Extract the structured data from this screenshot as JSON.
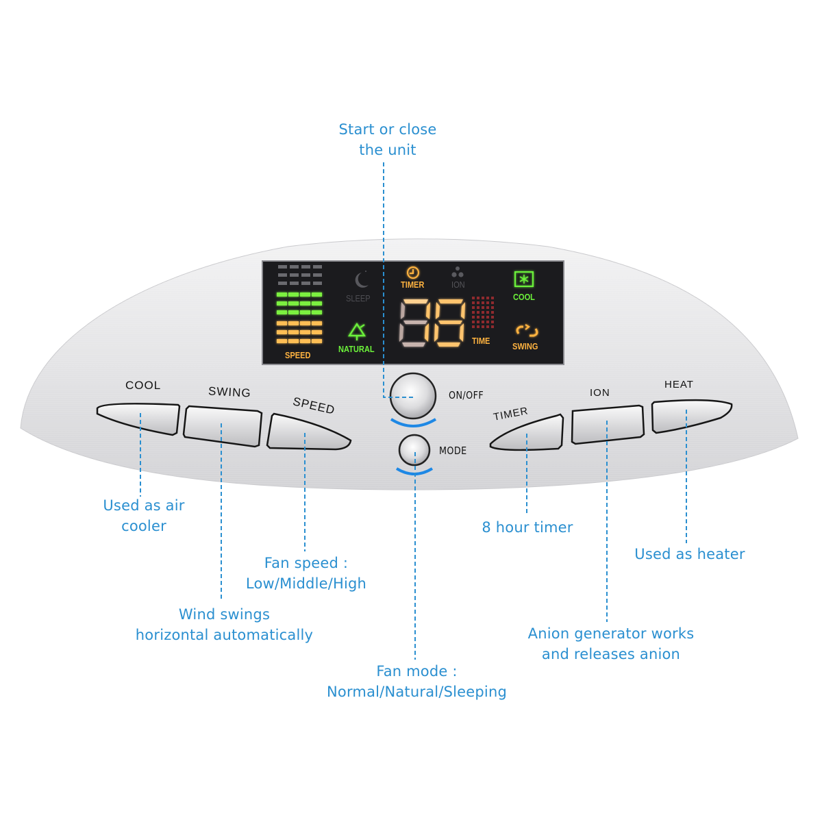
{
  "panel": {
    "display": {
      "digits": "88",
      "labels": {
        "speed": "SPEED",
        "sleep": "SLEEP",
        "natural": "NATURAL",
        "timer": "TIMER",
        "ion": "ION",
        "time": "TIME",
        "cool": "COOL",
        "swing": "SWING"
      },
      "colors": {
        "background": "#1a1a1c",
        "orange": "#ffb340",
        "green": "#6cf23a",
        "dim": "#5a5a5e",
        "red_grid": "#9a2a2e"
      }
    },
    "buttons": {
      "cool": "COOL",
      "swing": "SWING",
      "speed": "SPEED",
      "on_off": "ON/OFF",
      "mode": "MODE",
      "timer": "TIMER",
      "ion": "ION",
      "heat": "HEAT"
    }
  },
  "annotations": {
    "on_off": [
      "Start or close",
      "the unit"
    ],
    "cool": [
      "Used as air",
      "cooler"
    ],
    "speed": [
      "Fan speed :",
      "Low/Middle/High"
    ],
    "swing": [
      "Wind swings",
      "horizontal automatically"
    ],
    "mode": [
      "Fan mode :",
      "Normal/Natural/Sleeping"
    ],
    "timer": [
      "8 hour timer"
    ],
    "heat": [
      "Used as heater"
    ],
    "ion": [
      "Anion generator works",
      "and releases anion"
    ]
  },
  "colors": {
    "annotation_blue": "#2a8fd0",
    "panel_silver": "#e4e4e6",
    "accent_blue": "#1e88e5"
  }
}
